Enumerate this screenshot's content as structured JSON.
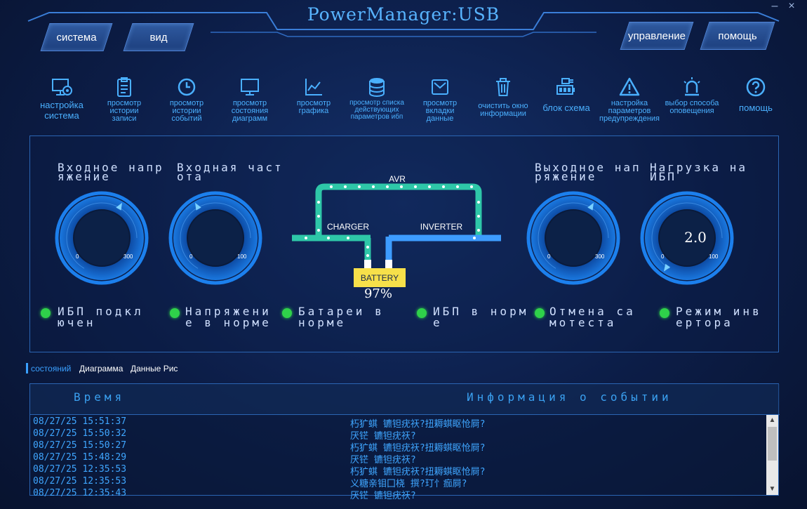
{
  "app": {
    "title": "PowerManager:USB",
    "minimize": "–",
    "close": "×"
  },
  "menu": {
    "system": "система",
    "view": "вид",
    "control": "управление",
    "help": "помощь"
  },
  "toolbar": [
    {
      "label": "настройка\nсистема",
      "icon": "gear-monitor-icon"
    },
    {
      "label": "просмотр\nистории\nзаписи",
      "icon": "clipboard-icon"
    },
    {
      "label": "просмотр\nистории\nсобытий",
      "icon": "clock-icon"
    },
    {
      "label": "просмотр\nсостояния\nдиаграмм",
      "icon": "monitor-icon"
    },
    {
      "label": "просмотр\nграфика",
      "icon": "line-chart-icon"
    },
    {
      "label": "просмотр списка\nдействующих\nпараметров ибп",
      "icon": "database-icon"
    },
    {
      "label": "просмотр\nвкладки\nданные",
      "icon": "mail-icon"
    },
    {
      "label": "очистить окно\nинформации",
      "icon": "trash-icon"
    },
    {
      "label": "блок схема",
      "icon": "battery-plug-icon"
    },
    {
      "label": "настройка\nпараметров\nпредупреждения",
      "icon": "warning-icon"
    },
    {
      "label": "выбор способа\nоповещения",
      "icon": "alarm-light-icon"
    },
    {
      "label": "помощь",
      "icon": "question-icon"
    }
  ],
  "gauges": [
    {
      "title": "Входное напр\nяжение",
      "min": "0",
      "max": "300",
      "level": 0.75
    },
    {
      "title": "Входная част\nота",
      "min": "0",
      "max": "100",
      "level": 0.5
    },
    {
      "title": "Выходное нап\nряжение",
      "min": "0",
      "max": "300",
      "level": 0.75
    },
    {
      "title": "Нагрузка на\nИБП",
      "min": "0",
      "max": "100",
      "value": "2.0",
      "level": 0.02
    }
  ],
  "flow": {
    "avr": "AVR",
    "charger": "CHARGER",
    "inverter": "INVERTER",
    "battery": "BATTERY",
    "battery_level": "97%"
  },
  "status": [
    {
      "text": "ИБП подкл\nючен"
    },
    {
      "text": "Напряжени\nе в норме"
    },
    {
      "text": "Батареи в\nнорме"
    },
    {
      "text": "ИБП в норм\nе"
    },
    {
      "text": "Отмена са\nмотеста"
    },
    {
      "text": "Режим инв\nертора"
    }
  ],
  "colors": {
    "accent": "#4ab0ff",
    "status_ok": "#2fd14a",
    "battery": "#f7e04a"
  },
  "tabs": [
    "состояний",
    "Диаграмма",
    "Данные Рис"
  ],
  "events": {
    "col_time": "Время",
    "col_info": "Информация о событии",
    "rows": [
      {
        "time": "08/27/25 15:51:37",
        "info": "朽犷蜞 镳钽疣祆?扭耨蜞眍怆屙?"
      },
      {
        "time": "08/27/25 15:50:32",
        "info": "厌铓 镳钽疣祆?"
      },
      {
        "time": "08/27/25 15:50:27",
        "info": "朽犷蜞 镳钽疣祆?扭耨蜞眍怆屙?"
      },
      {
        "time": "08/27/25 15:48:29",
        "info": "厌铓 镳钽疣祆?"
      },
      {
        "time": "08/27/25 12:35:53",
        "info": "朽犷蜞 镳钽疣祆?扭耨蜞眍怆屙?"
      },
      {
        "time": "08/27/25 12:35:53",
        "info": "义糖亲钼囗桡 撰?玎忄痂屙?"
      },
      {
        "time": "08/27/25 12:35:43",
        "info": "厌铓 镳钽疣祆?"
      }
    ]
  }
}
